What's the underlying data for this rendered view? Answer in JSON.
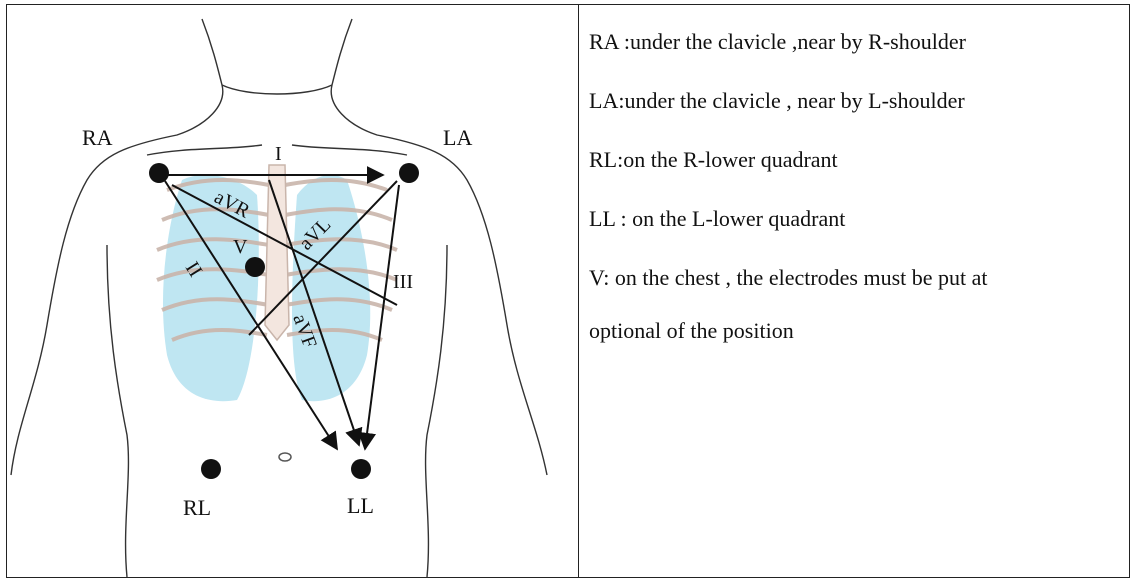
{
  "diagram": {
    "electrode_labels": {
      "ra": "RA",
      "la": "LA",
      "rl": "RL",
      "ll": "LL",
      "v": "V"
    },
    "lead_labels": {
      "lead_i": "I",
      "lead_ii": "II",
      "lead_iii": "III",
      "avr": "aVR",
      "avl": "aVL",
      "avf": "aVF"
    },
    "colors": {
      "lines": "#111111",
      "lung_fill": "#bfe6f2",
      "rib_fill": "#f3e6df"
    }
  },
  "descriptions": [
    "RA :under the clavicle ,near by R-shoulder",
    "LA:under the clavicle , near by L-shoulder",
    "RL:on the R-lower quadrant",
    "LL : on the L-lower quadrant",
    "V: on the chest , the electrodes must be put at",
    "optional of the  position"
  ]
}
